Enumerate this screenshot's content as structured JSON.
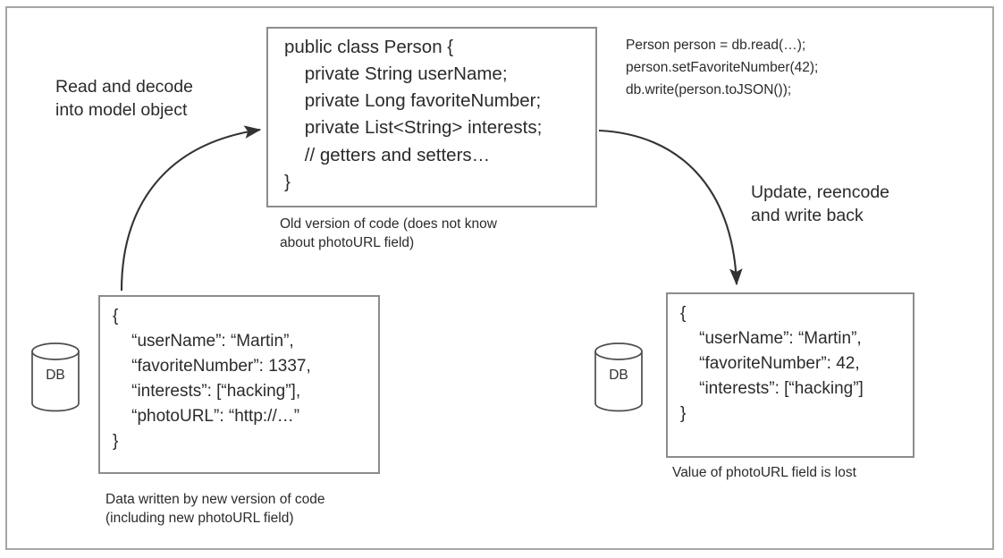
{
  "figure": {
    "title": "Data encoding compatibility diagram",
    "frame_color": "#a6a6a6",
    "box_border_color": "#8c8c8c",
    "text_color": "#2b2b2b"
  },
  "code_box": {
    "lines": [
      "public class Person {",
      "    private String userName;",
      "    private Long favoriteNumber;",
      "    private List<String> interests;",
      "    // getters and setters…",
      "}"
    ],
    "caption": "Old version of code (does not know\nabout photoURL field)"
  },
  "usage_snippet": {
    "lines": [
      "Person person = db.read(…);",
      "person.setFavoriteNumber(42);",
      "db.write(person.toJSON());"
    ]
  },
  "arrows": {
    "read": {
      "label": "Read and decode\ninto model object"
    },
    "write": {
      "label": "Update, reencode\nand write back"
    }
  },
  "source_record": {
    "db_label": "DB",
    "lines": [
      "{",
      "    “userName”: “Martin”,",
      "    “favoriteNumber”: 1337,",
      "    “interests”: [“hacking”],",
      "    “photoURL”: “http://…”",
      "}"
    ],
    "caption": "Data written by new version of code\n(including new photoURL field)"
  },
  "result_record": {
    "db_label": "DB",
    "lines": [
      "{",
      "    “userName”: “Martin”,",
      "    “favoriteNumber”: 42,",
      "    “interests”: [“hacking”]",
      "}"
    ],
    "caption": "Value of photoURL field is lost"
  }
}
